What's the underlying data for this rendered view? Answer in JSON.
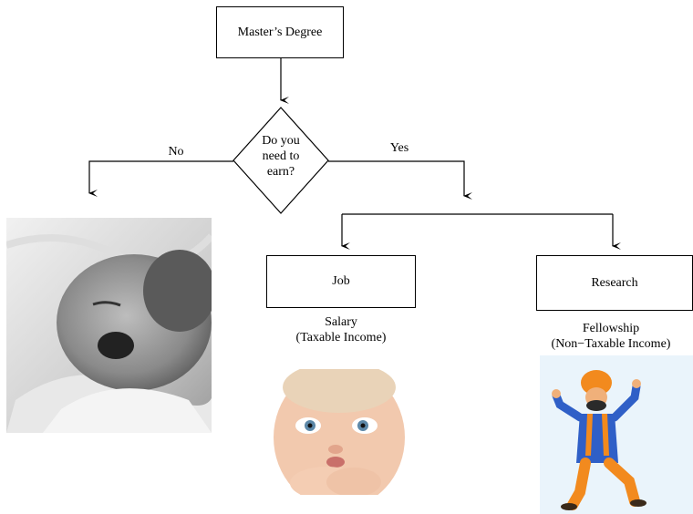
{
  "nodes": {
    "start": "Master’s Degree",
    "decision": [
      "Do you",
      "need to",
      "earn?"
    ],
    "job": "Job",
    "research": "Research"
  },
  "edges": {
    "no": "No",
    "yes": "Yes"
  },
  "captions": {
    "job_line1": "Salary",
    "job_line2": "(Taxable Income)",
    "research_line1": "Fellowship",
    "research_line2": "(Non−Taxable Income)"
  },
  "images": {
    "left": "sleeping-baby-photo",
    "middle": "surprised-baby-photo",
    "right": "dancing-man-cartoon"
  }
}
